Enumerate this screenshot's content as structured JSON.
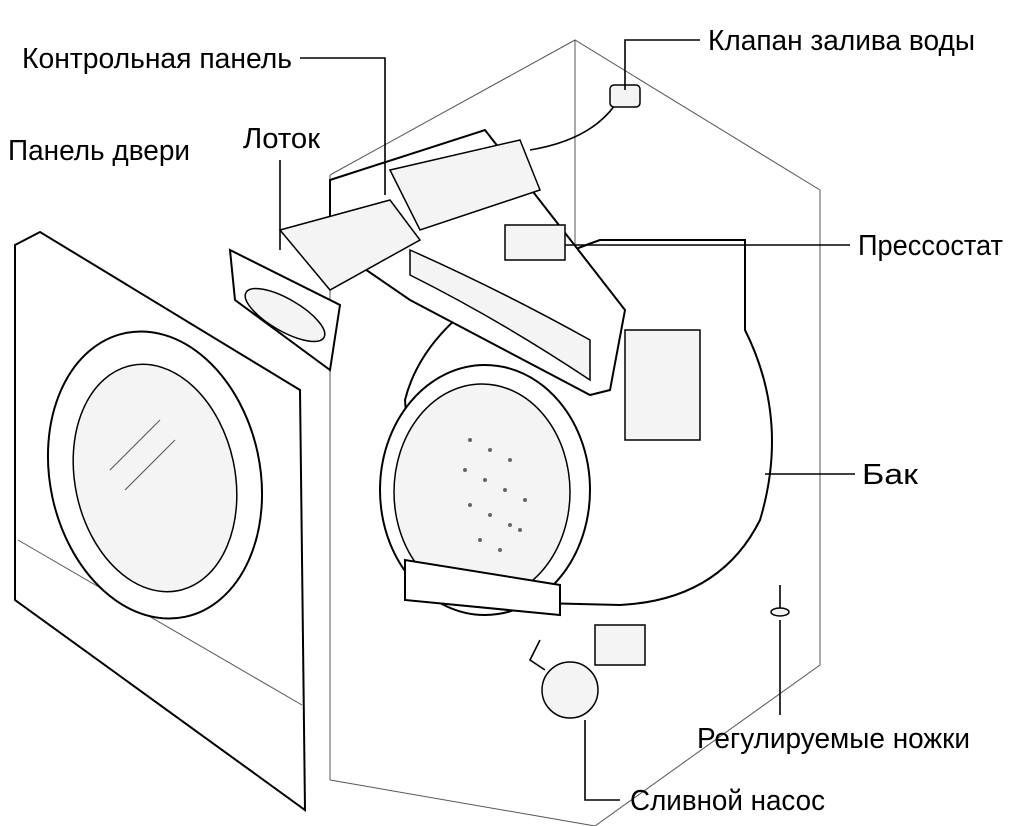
{
  "diagram": {
    "labels": {
      "control_panel": "Контрольная панель",
      "door_panel": "Панель двери",
      "tray": "Лоток",
      "water_valve": "Клапан залива воды",
      "pressure_switch": "Прессостат",
      "tank": "Бак",
      "adjustable_feet": "Регулируемые ножки",
      "drain_pump": "Сливной насос"
    }
  }
}
